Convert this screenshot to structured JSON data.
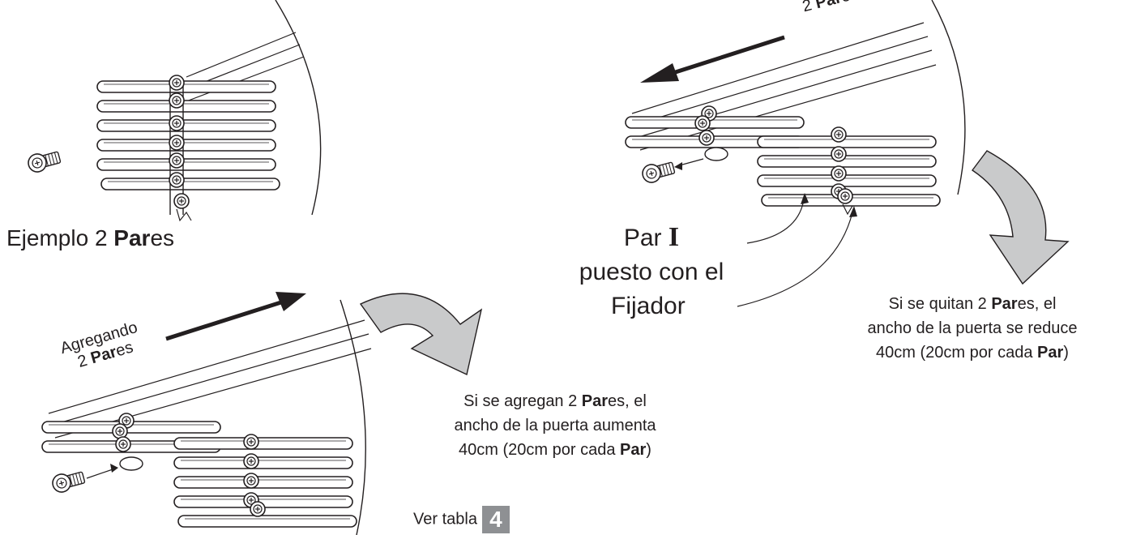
{
  "labels": {
    "ejemplo": {
      "prefix": "Ejemplo 2 ",
      "bold": "Par",
      "suffix": "es"
    },
    "agregando": {
      "line1": "Agregando",
      "line2_prefix": "2 ",
      "line2_bold": "Par",
      "line2_suffix": "es"
    },
    "quitando_fragment": {
      "prefix": "2 ",
      "bold": "Par",
      "suffix": "es"
    },
    "par_I": {
      "word": "Par",
      "roman": "I",
      "line2": "puesto con el",
      "line3": "Fijador"
    },
    "add_note": {
      "line1_prefix": "Si se agregan 2 ",
      "line1_bold": "Par",
      "line1_suffix": "es, el",
      "line2": "ancho de la puerta aumenta",
      "line3_prefix": "40cm (20cm por cada ",
      "line3_bold": "Par",
      "line3_suffix": ")"
    },
    "remove_note": {
      "line1_prefix": "Si se quitan 2 ",
      "line1_bold": "Par",
      "line1_suffix": "es, el",
      "line2": "ancho de la puerta se reduce",
      "line3_prefix": "40cm (20cm por cada ",
      "line3_bold": "Par",
      "line3_suffix": ")"
    },
    "ver_tabla": {
      "text": "Ver tabla",
      "number": "4"
    }
  },
  "colors": {
    "ink": "#231f20",
    "arrow_fill": "#c9cacb",
    "badge": "#8e9093"
  }
}
